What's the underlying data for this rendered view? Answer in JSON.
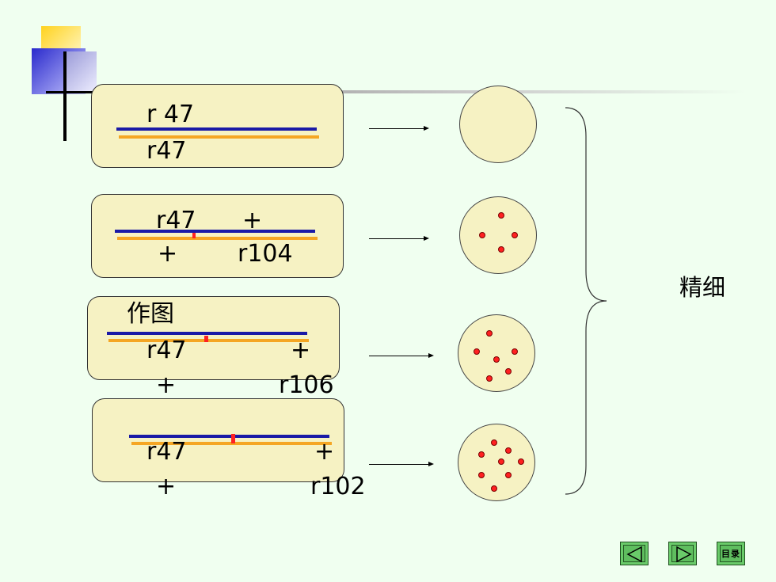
{
  "row1": {
    "top_label": "r 47",
    "bottom_label": "r47",
    "spots": 0
  },
  "row2": {
    "top_left": "r47",
    "top_right": "+",
    "bottom_left": "+",
    "bottom_right": "r104",
    "spots": 4
  },
  "row3": {
    "title": "作图",
    "top_left": "r47",
    "top_right": "+",
    "bottom_left": "+",
    "bottom_right": "r106",
    "spots": 6
  },
  "row4": {
    "top_left": "r47",
    "top_right": "+",
    "bottom_left": "+",
    "bottom_right": "r102",
    "spots": 8
  },
  "result_label": "精细",
  "nav": {
    "prev_icon": "triangle-left-icon",
    "next_icon": "triangle-right-icon",
    "toc_label": "目录"
  },
  "colors": {
    "background": "#f0fff0",
    "box": "#f6f2c3",
    "strand_top": "#1a1aa6",
    "strand_bottom": "#f5a623",
    "mutation": "#ff2222",
    "plaque": "#ff2020",
    "nav": "#6acb6a"
  }
}
